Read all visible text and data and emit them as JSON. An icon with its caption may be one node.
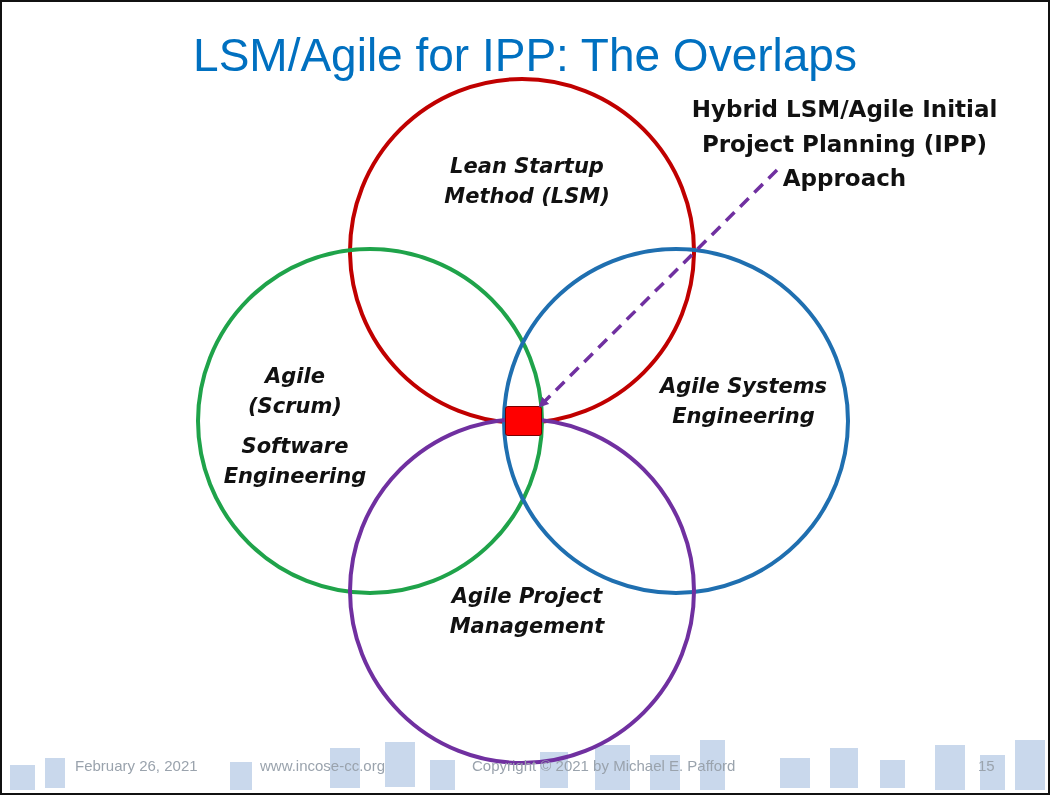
{
  "diagram": {
    "title": "LSM/Agile for IPP: The Overlaps",
    "nodes": [
      {
        "text": [
          "Lean Startup Method (LSM)"
        ]
      },
      {
        "text": [
          "Agile (Scrum)",
          "Software Engineering"
        ]
      },
      {
        "text": [
          "Agile Systems Engineering"
        ]
      },
      {
        "text": [
          "Agile Project Management"
        ]
      },
      {
        "text": [],
        "shape": "box"
      },
      {
        "text": [
          "Hybrid LSM/Agile Initial Project Planning (IPP) Approach"
        ]
      }
    ],
    "edges": [
      {
        "from": 5,
        "to": 4,
        "arrow": "to",
        "style": "dashed",
        "color": "#7030a0"
      }
    ],
    "labels": [
      "February 26, 2021",
      "www.incose-cc.org",
      "Copyright © 2021 by Michael E. Pafford",
      "15"
    ]
  }
}
